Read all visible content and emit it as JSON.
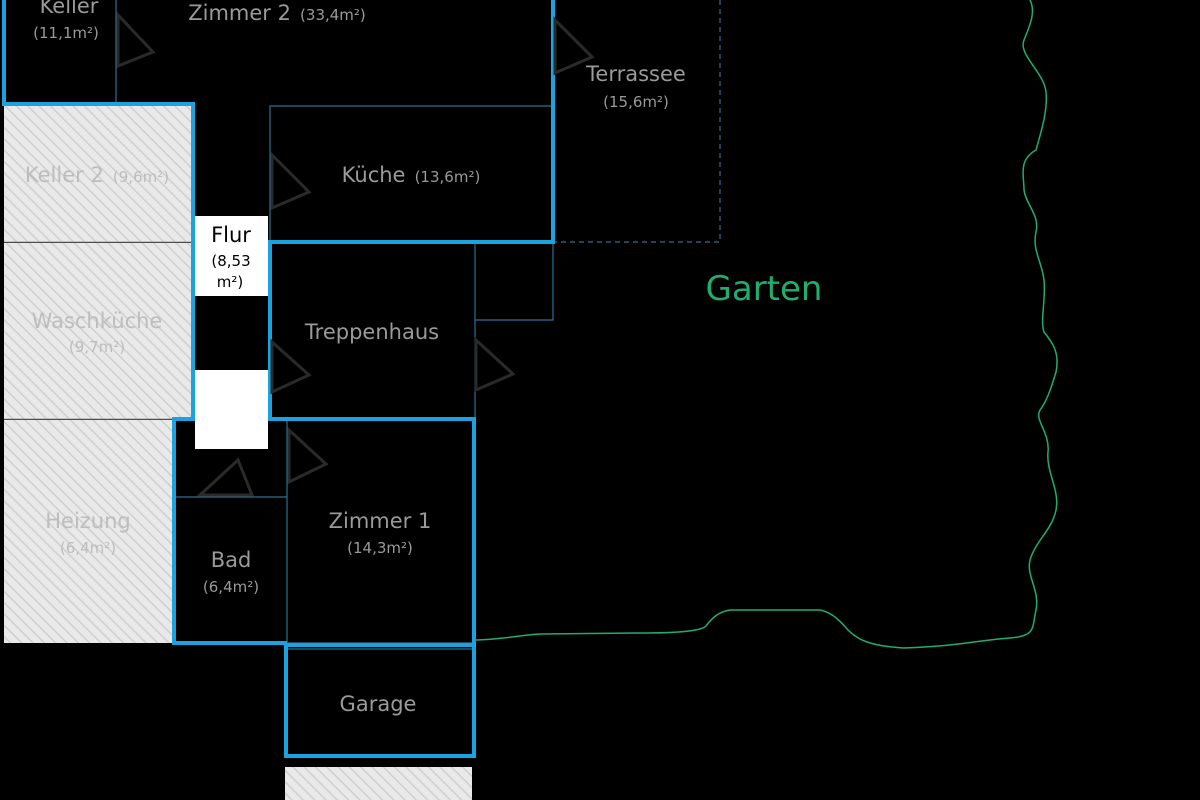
{
  "rooms": {
    "keller": {
      "name": "Keller",
      "area": "(11,1m²)"
    },
    "zimmer2": {
      "name": "Zimmer 2",
      "area": "(33,4m²)"
    },
    "terrasse": {
      "name": "Terrassee",
      "area": "(15,6m²)"
    },
    "kueche": {
      "name": "Küche",
      "area": "(13,6m²)"
    },
    "keller2": {
      "name": "Keller 2",
      "area": "(9,6m²)"
    },
    "flur": {
      "name": "Flur",
      "area_line1": "(8,53",
      "area_line2": "m²)"
    },
    "waschkueche": {
      "name": "Waschküche",
      "area": "(9,7m²)"
    },
    "treppenhaus": {
      "name": "Treppenhaus"
    },
    "heizung": {
      "name": "Heizung",
      "area": "(6,4m²)"
    },
    "bad": {
      "name": "Bad",
      "area": "(6,4m²)"
    },
    "zimmer1": {
      "name": "Zimmer 1",
      "area": "(14,3m²)"
    },
    "garage": {
      "name": "Garage"
    }
  },
  "garden": {
    "label": "Garten"
  },
  "colors": {
    "background": "#000000",
    "walls_exterior": "#1ba3e0",
    "walls_interior": "#2f6f92",
    "garden": "#1fae6e",
    "hatched_fill": "#e6e6e6"
  }
}
